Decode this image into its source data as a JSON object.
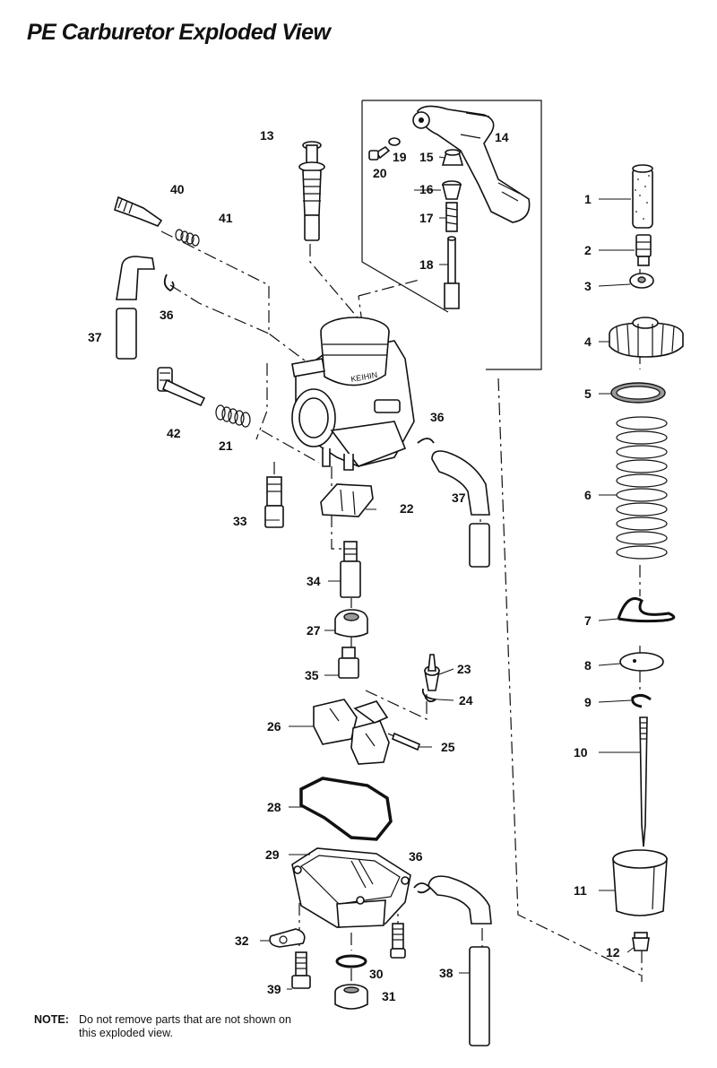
{
  "title": "PE Carburetor Exploded View",
  "note": {
    "label": "NOTE:",
    "text": "Do not remove parts that are not shown on this exploded view."
  },
  "callouts": [
    "1",
    "2",
    "3",
    "4",
    "5",
    "6",
    "7",
    "8",
    "9",
    "10",
    "11",
    "12",
    "13",
    "14",
    "15",
    "16",
    "17",
    "18",
    "19",
    "20",
    "21",
    "22",
    "23",
    "24",
    "25",
    "26",
    "27",
    "28",
    "29",
    "30",
    "31",
    "32",
    "33",
    "34",
    "35",
    "36",
    "36",
    "36",
    "37",
    "37",
    "38",
    "39",
    "40",
    "41",
    "42"
  ]
}
